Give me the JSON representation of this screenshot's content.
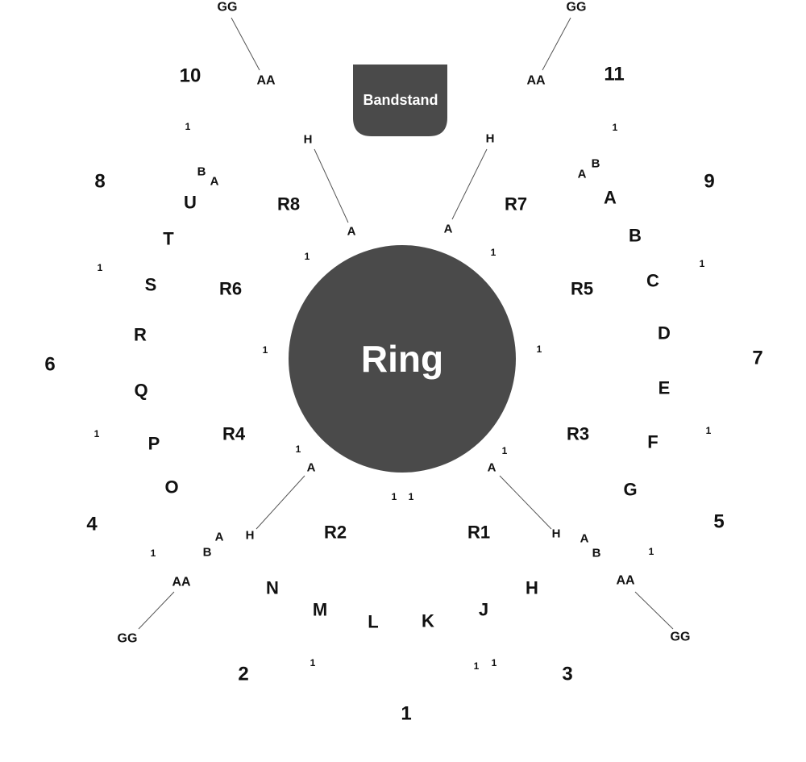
{
  "colors": {
    "stage_fill": "#4a4a4a",
    "stage_text": "#ffffff",
    "label_text": "#111111",
    "line": "#555555"
  },
  "ring": {
    "label": "Ring"
  },
  "bandstand": {
    "label": "Bandstand"
  },
  "sections": [
    "1",
    "2",
    "3",
    "4",
    "5",
    "6",
    "7",
    "8",
    "9",
    "10",
    "11"
  ],
  "outer_rows": [
    "A",
    "B",
    "C",
    "D",
    "E",
    "F",
    "G",
    "H",
    "J",
    "K",
    "L",
    "M",
    "N",
    "O",
    "P",
    "Q",
    "R",
    "S",
    "T",
    "U"
  ],
  "ring_rows": [
    "R1",
    "R2",
    "R3",
    "R4",
    "R5",
    "R6",
    "R7",
    "R8"
  ],
  "aisle_labels": {
    "a": "A",
    "b": "B",
    "h": "H",
    "aa": "AA",
    "gg": "GG",
    "one": "1"
  }
}
